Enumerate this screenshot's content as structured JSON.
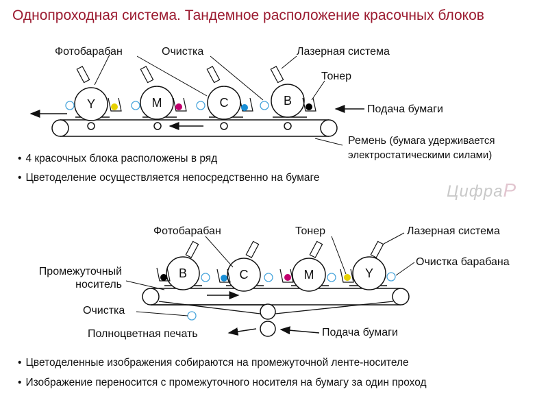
{
  "title": "Однопроходная система. Тандемное расположение красочных блоков",
  "colors": {
    "title": "#9b1b30",
    "cleaner": "#9ed3f0",
    "toner_y": "#e6d000",
    "toner_m": "#c2006e",
    "toner_c": "#1a8fd6",
    "toner_k": "#000000"
  },
  "top": {
    "labels": {
      "drum": "Фотобарабан",
      "cleaning": "Очистка",
      "laser": "Лазерная система",
      "toner": "Тонер",
      "paper_feed": "Подача бумаги",
      "belt": "Ремень",
      "belt_note_1": "(бумага удерживается",
      "belt_note_2": "электростатическими силами)"
    },
    "drums": [
      "Y",
      "M",
      "C",
      "B"
    ],
    "bullets": [
      "4 красочных блока расположены в ряд",
      "Цветоделение осуществляется непосредственно на бумаге"
    ]
  },
  "bottom": {
    "labels": {
      "drum": "Фотобарабан",
      "toner": "Тонер",
      "laser": "Лазерная система",
      "drum_cleaning": "Очистка барабана",
      "intermediate_1": "Промежуточный",
      "intermediate_2": "носитель",
      "cleaning": "Очистка",
      "full_color": "Полноцветная печать",
      "paper_feed": "Подача бумаги"
    },
    "drums": [
      "B",
      "C",
      "M",
      "Y"
    ],
    "bullets": [
      "Цветоделенные изображения собираются на промежуточной ленте-носителе",
      "Изображение переносится с промежуточного носителя на бумагу за один проход"
    ]
  },
  "logo": {
    "text": "Цифра",
    "mark": "Р"
  }
}
